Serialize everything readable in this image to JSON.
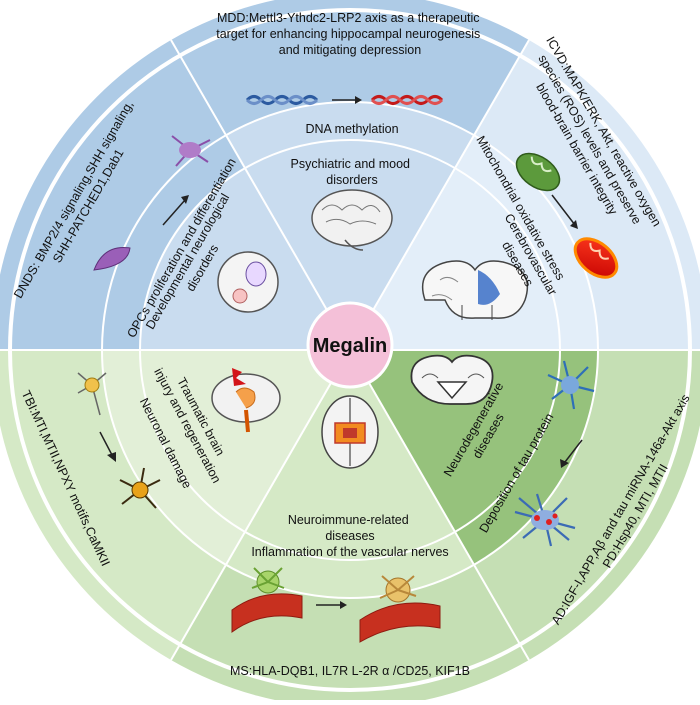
{
  "center": {
    "label": "Megalin"
  },
  "outer_ring": [
    {
      "id": "mdd",
      "lines": [
        "MDD:Mettl3-Ythdc2-LRP2 axis as a  therapeutic",
        "target for enhancing hippocampal neurogenesis",
        "and mitigating depression"
      ]
    },
    {
      "id": "icvd",
      "lines": [
        "ICVD:MAPK/ERK, Akt, reactive oxygen",
        "species (ROS) levels and preserve",
        "blood-brain barrier integrity"
      ]
    },
    {
      "id": "ad",
      "lines": [
        "AD:IGF-I,APP,Aβ and tau miRNA-146a-Akt axis",
        "PD:Hsp40, MTI, MTII"
      ]
    },
    {
      "id": "ms",
      "lines": [
        "MS:HLA-DQB1, IL7R L-2R α /CD25,  KIF1B"
      ]
    },
    {
      "id": "tbi",
      "lines": [
        "TBI:MTI,MTII,NPXY motifs,CaMKII"
      ]
    },
    {
      "id": "dnds",
      "lines": [
        "DNDS:  BMP2/4 signaling,SHH signaling,",
        "SHH-PATCHED1,Dab1"
      ]
    }
  ],
  "middle_ring": [
    {
      "id": "dna",
      "text": "DNA methylation"
    },
    {
      "id": "mito",
      "text": "Mitochondrial oxidative stress"
    },
    {
      "id": "tau",
      "text": "Deposition of tau protein"
    },
    {
      "id": "inflam",
      "text": "Inflammation of the vascular nerves"
    },
    {
      "id": "neuronal",
      "text": "Neuronal damage"
    },
    {
      "id": "opc",
      "text": "OPCs proliferation and differentiation"
    }
  ],
  "inner_ring": [
    {
      "id": "psych",
      "lines": [
        "Psychiatric and mood",
        "disorders"
      ]
    },
    {
      "id": "cerebro",
      "lines": [
        "Cerebrovascular",
        "diseases"
      ]
    },
    {
      "id": "neurodeg",
      "lines": [
        "Neurodegenerative",
        "diseases"
      ]
    },
    {
      "id": "neuroimmune",
      "lines": [
        "Neuroimmune-related",
        "diseases"
      ]
    },
    {
      "id": "tbi-inner",
      "lines": [
        "Traumatic brain",
        "injury and regeneration"
      ]
    },
    {
      "id": "dev",
      "lines": [
        "Developmental neurological",
        "disorders"
      ]
    }
  ],
  "colors": {
    "blue_outer": "#aecbe6",
    "blue_inner": "#c9dcef",
    "blue_light": "#dce9f6",
    "green_outer": "#c5dfb4",
    "green_inner": "#d5e9c6",
    "green_dark": "#96c27c",
    "center_fill": "#f4c0d8"
  },
  "icons": [
    "dna-helix-icon",
    "brain-icon",
    "mitochondrion-icon",
    "brain-section-icon",
    "neuron-icon",
    "microglia-icon",
    "blood-vessel-icon",
    "fetus-icon",
    "oligodendrocyte-icon"
  ]
}
